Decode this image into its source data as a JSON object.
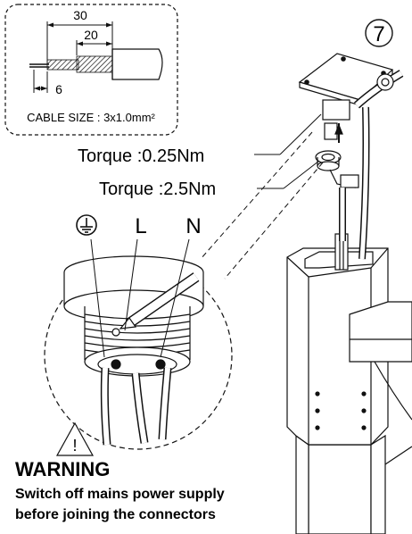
{
  "step": {
    "number": "7"
  },
  "cable_inset": {
    "dim_30": "30",
    "dim_20": "20",
    "dim_6": "6",
    "cable_size": "CABLE SIZE : 3x1.0mm²"
  },
  "torques": {
    "upper": "Torque :0.25Nm",
    "lower": "Torque :2.5Nm"
  },
  "terminals": {
    "earth": "⏚",
    "live": "L",
    "neutral": "N"
  },
  "warning": {
    "symbol": "!",
    "title": "WARNING",
    "line1": "Switch off mains power supply",
    "line2": "before joining the connectors"
  }
}
